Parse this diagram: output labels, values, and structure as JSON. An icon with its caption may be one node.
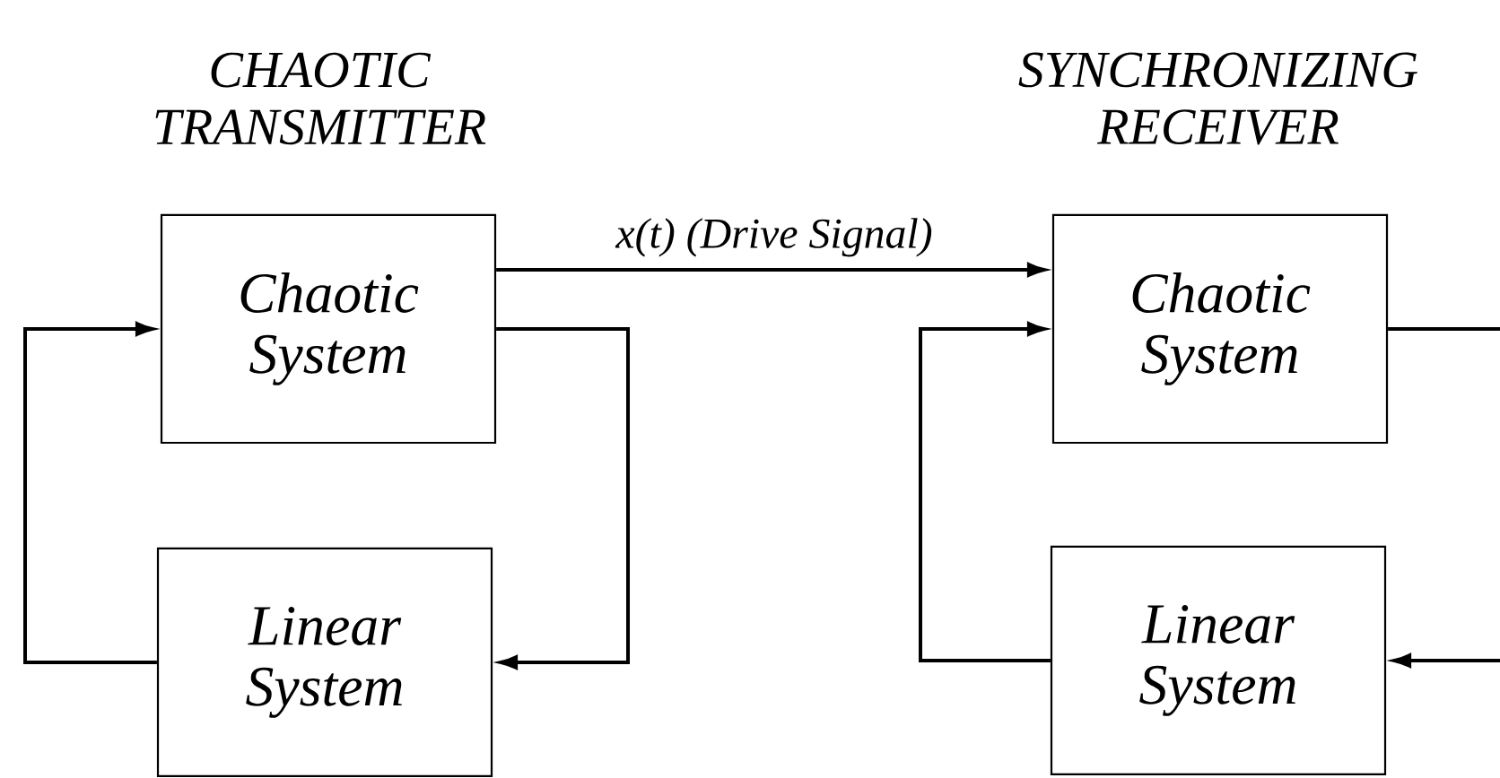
{
  "diagram": {
    "nodes": [
      {
        "text": [
          "Chaotic System"
        ]
      },
      {
        "text": [
          "Linear System"
        ]
      },
      {
        "text": [
          "Chaotic System"
        ]
      },
      {
        "text": [
          "Linear System"
        ]
      }
    ],
    "edges": [
      {
        "from": 0,
        "to": 2,
        "arrow": "to",
        "label": "x(t)  (Drive Signal)"
      },
      {
        "from": 0,
        "to": 1,
        "arrow": "to"
      },
      {
        "from": 1,
        "to": 0,
        "arrow": "to"
      },
      {
        "from": 2,
        "to": null,
        "arrow": "none"
      },
      {
        "from": null,
        "to": 3,
        "arrow": "to"
      },
      {
        "from": 3,
        "to": 2,
        "arrow": "to"
      }
    ],
    "labels": [
      "CHAOTIC TRANSMITTER",
      "SYNCHRONIZING RECEIVER"
    ]
  }
}
